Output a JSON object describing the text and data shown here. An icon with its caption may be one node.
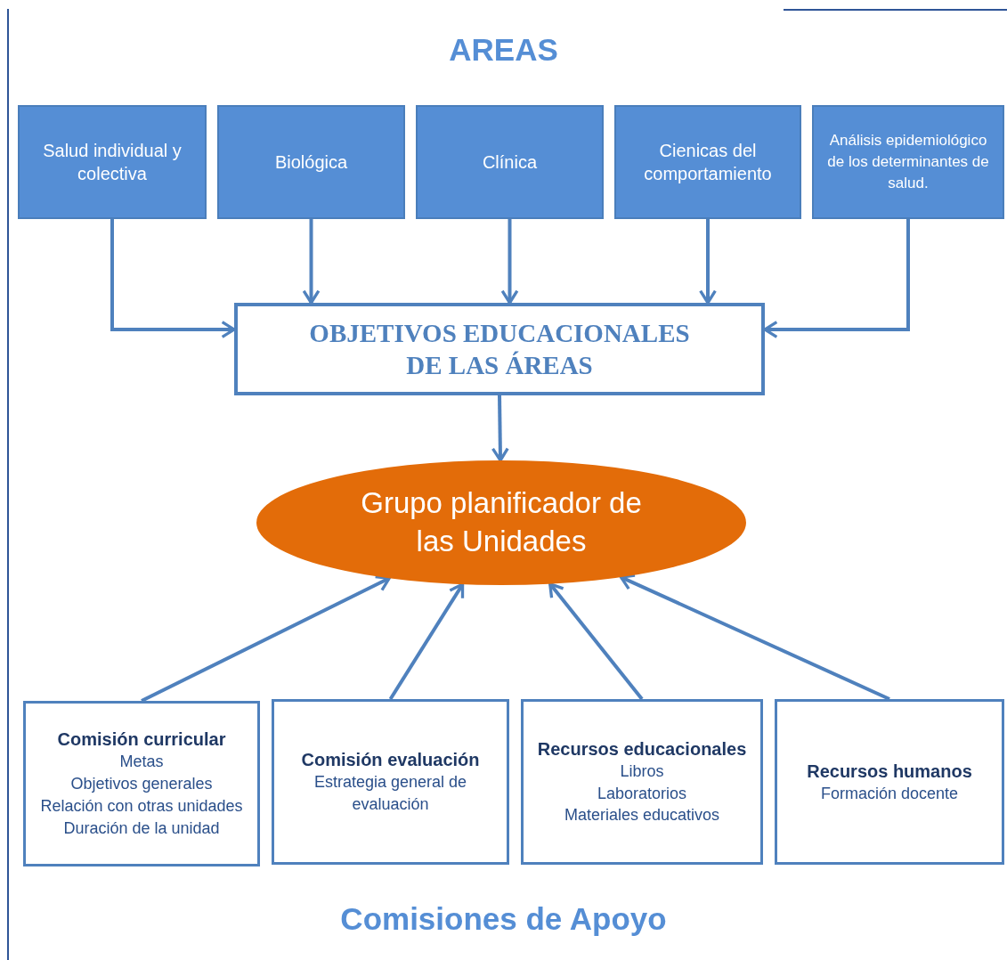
{
  "diagram": {
    "title": "AREAS",
    "caption": "Comisiones de Apoyo",
    "nodes": [
      {
        "text": [
          "Salud individual y colectiva"
        ]
      },
      {
        "text": [
          "Biológica"
        ]
      },
      {
        "text": [
          "Clínica"
        ]
      },
      {
        "text": [
          "Cienicas del comportamiento"
        ]
      },
      {
        "text": [
          "Análisis epidemiológico de los determinantes de salud."
        ]
      },
      {
        "text": [
          "OBJETIVOS EDUCACIONALES DE LAS ÁREAS"
        ]
      },
      {
        "text": [
          "Grupo planificador de las Unidades"
        ]
      },
      {
        "text": [
          "Comisión curricular",
          "Metas",
          "Objetivos generales",
          "Relación con otras unidades",
          "Duración de la unidad"
        ]
      },
      {
        "text": [
          "Comisión evaluación",
          "Estrategia general de evaluación"
        ]
      },
      {
        "text": [
          "Recursos educacionales",
          "Libros",
          "Laboratorios",
          "Materiales educativos"
        ]
      },
      {
        "text": [
          "Recursos humanos",
          "Formación docente"
        ]
      }
    ],
    "edges": [
      {
        "from": 0,
        "to": 5,
        "arrow": "to"
      },
      {
        "from": 1,
        "to": 5,
        "arrow": "to"
      },
      {
        "from": 2,
        "to": 5,
        "arrow": "to"
      },
      {
        "from": 3,
        "to": 5,
        "arrow": "to"
      },
      {
        "from": 4,
        "to": 5,
        "arrow": "to"
      },
      {
        "from": 5,
        "to": 6,
        "arrow": "to"
      },
      {
        "from": 7,
        "to": 6,
        "arrow": "to"
      },
      {
        "from": 8,
        "to": 6,
        "arrow": "to"
      },
      {
        "from": 9,
        "to": 6,
        "arrow": "to"
      },
      {
        "from": 10,
        "to": 6,
        "arrow": "to"
      }
    ]
  }
}
